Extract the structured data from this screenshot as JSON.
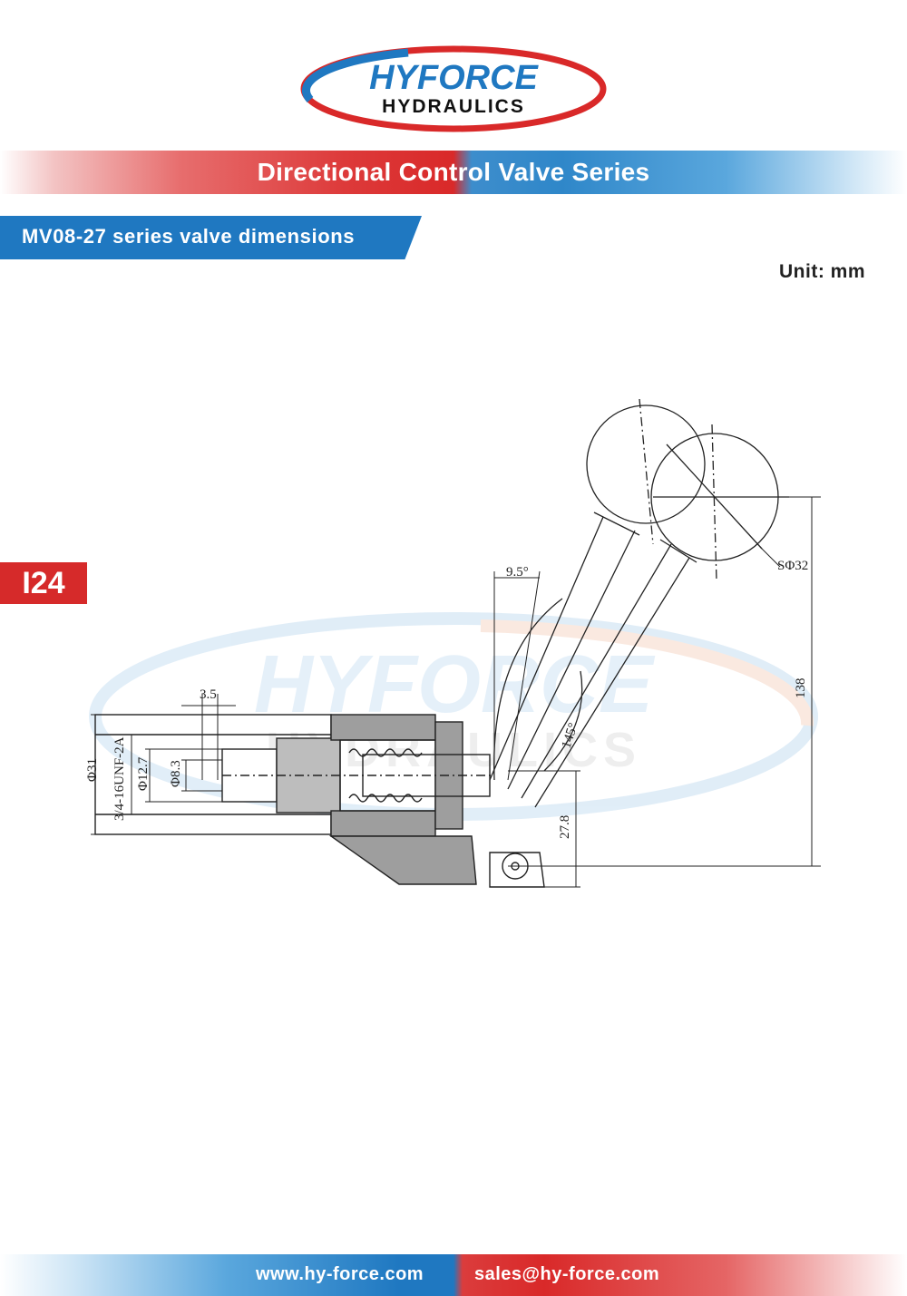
{
  "logo": {
    "line1": "HYFORCE",
    "line2": "HYDRAULICS"
  },
  "banner": {
    "title": "Directional Control Valve Series"
  },
  "section": {
    "title": "MV08-27 series valve dimensions"
  },
  "unit": "Unit: mm",
  "page_tag": "I24",
  "dimensions": {
    "angle_small": "9.5°",
    "angle_large": "145°",
    "ball": "SΦ32",
    "height_total": "138",
    "height_pivot": "27.8",
    "width_slot": "3.5",
    "dia_31": "Φ31",
    "thread": "3/4-16UNF-2A",
    "dia_127": "Φ12.7",
    "dia_83": "Φ8.3"
  },
  "footer": {
    "web": "www.hy-force.com",
    "email": "sales@hy-force.com"
  },
  "colors": {
    "brand_red": "#d92929",
    "brand_blue": "#1f78c1"
  }
}
